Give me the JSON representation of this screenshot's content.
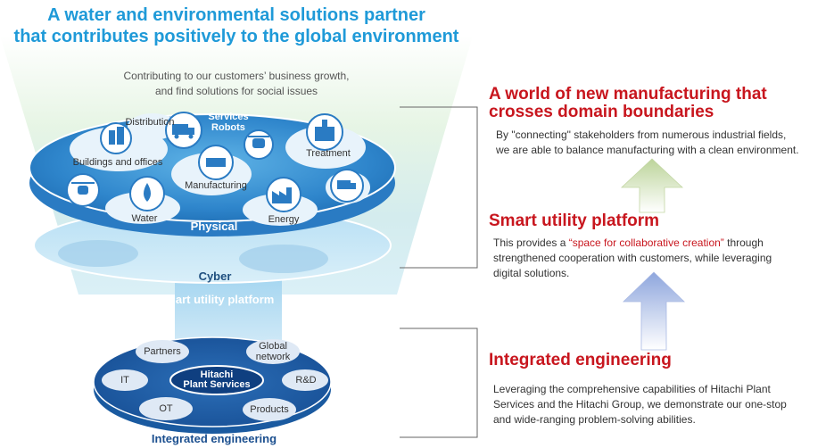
{
  "header": {
    "title_line1": "A water and environmental solutions partner",
    "title_line2": "that contributes positively to the global environment",
    "subtitle_line1": "Contributing to our customers’ business growth,",
    "subtitle_line2": "and find solutions for social issues"
  },
  "top_layer": {
    "items": [
      "Distribution",
      "Services",
      "Robots",
      "Buildings and offices",
      "Treatment",
      "Manufacturing",
      "Water",
      "Energy"
    ],
    "physical_label": "Physical",
    "cyber_label": "Cyber",
    "platform_label": "Smart utility platform"
  },
  "bottom_layer": {
    "center_line1": "Hitachi",
    "center_line2": "Plant Services",
    "items": [
      "Partners",
      "Global",
      "network",
      "IT",
      "R&D",
      "OT",
      "Products"
    ],
    "label": "Integrated engineering"
  },
  "tiers": [
    {
      "title_line1": "A world of new manufacturing that",
      "title_line2": "crosses domain boundaries",
      "desc_line1": "By \"connecting\" stakeholders from numerous industrial fields,",
      "desc_line2": "we are able to balance manufacturing with a clean environment."
    },
    {
      "title": "Smart utility platform",
      "desc_prefix": "This provides a ",
      "desc_highlight": "“space for collaborative creation”",
      "desc_suffix": " through",
      "desc_line2": "strengthened cooperation with customers, while leveraging",
      "desc_line3": "digital solutions."
    },
    {
      "title": "Integrated engineering",
      "desc_line1": "Leveraging the comprehensive capabilities of Hitachi Plant",
      "desc_line2": "Services and the Hitachi Group, we demonstrate our one-stop",
      "desc_line3": "and wide-ranging problem-solving abilities."
    }
  ],
  "colors": {
    "title_blue": "#1f9ad8",
    "accent_red": "#c8161e",
    "disc_blue": "#1b5fa8",
    "arrow_green": "#c9dca8",
    "arrow_blue": "#9fb3e0"
  }
}
